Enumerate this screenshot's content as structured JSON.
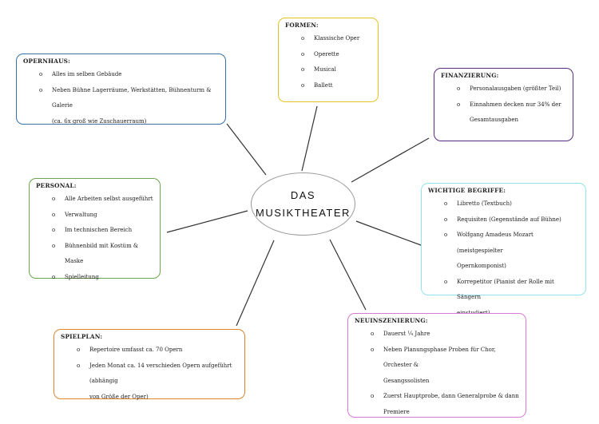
{
  "center": {
    "line1": "DAS",
    "line2": "MUSIKTHEATER"
  },
  "nodes": {
    "formen": {
      "title": "FORMEN:",
      "items": [
        "Klassische Oper",
        "Operette",
        "Musical",
        "Ballett"
      ],
      "color": "#e6c229"
    },
    "opernhaus": {
      "title": "OPERNHAUS:",
      "items": [
        "Alles im selben Gebäude",
        "Neben Bühne Lagerräume, Werkstätten, Bühnenturm & Galerie",
        "(ca. 6x groß wie Zuschauerraum)"
      ],
      "color": "#3b6fa8"
    },
    "finanzierung": {
      "title": "FINANZIERUNG:",
      "items": [
        "Personalausgaben (größter Teil)",
        "Einnahmen decken nur 34% der",
        "Gesamtausgaben"
      ],
      "color": "#5a2d82"
    },
    "personal": {
      "title": "PERSONAL:",
      "items": [
        "Alle Arbeiten selbst ausgeführt",
        "Verwaltung",
        "Im technischen Bereich",
        "Bühnenbild mit Kostüm & Maske",
        "Spielleitung"
      ],
      "color": "#6aa84f"
    },
    "begriffe": {
      "title": "WICHTIGE BEGRIFFE:",
      "items": [
        "Libretto (Textbuch)",
        "Requisiten (Gegenstände auf Bühne)",
        "Wolfgang Amadeus Mozart (meistgespielter",
        "Opernkomponist)",
        "Korrepetitor (Pianist der Rolle mit Sängern",
        "einstudiert)"
      ],
      "color": "#8fe3ec"
    },
    "spielplan": {
      "title": "SPIELPLAN:",
      "items": [
        "Repertoire umfasst ca. 70 Opern",
        "Jeden Monat ca. 14 verschieden Opern aufgeführt (abhängig",
        "von Größe der Oper)"
      ],
      "color": "#e0852b"
    },
    "neuinszenierung": {
      "title": "NEUINSZENIERUNG:",
      "items": [
        "Dauerst ¼ Jahre",
        "Neben Planungsphase Proben für Chor, Orchester &",
        "Gesangssolisten",
        "Zuerst Hauptprobe, dann Generalprobe & dann",
        "Premiere"
      ],
      "color": "#d77ad6"
    }
  },
  "line_color": "#333333",
  "bullet": "o"
}
